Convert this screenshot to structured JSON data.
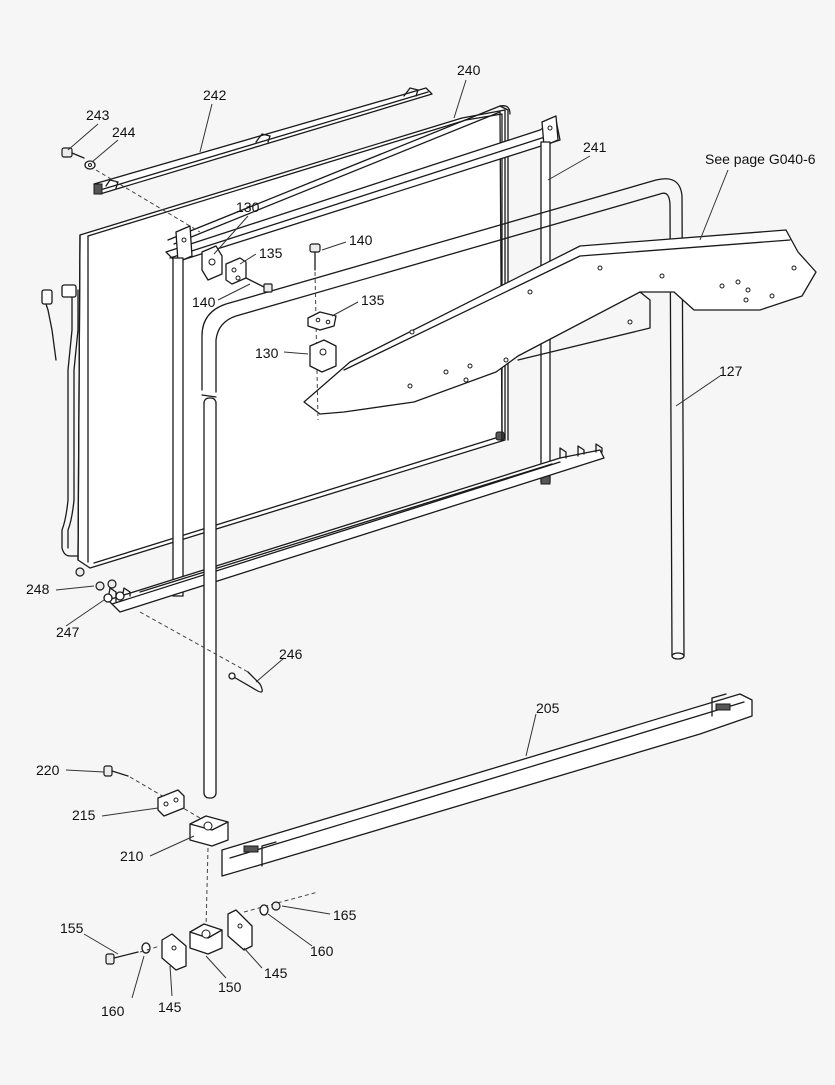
{
  "diagram": {
    "note": "See page  G040-6",
    "callouts": [
      {
        "id": "c243",
        "label": "243"
      },
      {
        "id": "c244",
        "label": "244"
      },
      {
        "id": "c242",
        "label": "242"
      },
      {
        "id": "c240",
        "label": "240"
      },
      {
        "id": "c241",
        "label": "241"
      },
      {
        "id": "c130a",
        "label": "130"
      },
      {
        "id": "c135a",
        "label": "135"
      },
      {
        "id": "c140a",
        "label": "140"
      },
      {
        "id": "c140b",
        "label": "140"
      },
      {
        "id": "c135b",
        "label": "135"
      },
      {
        "id": "c130b",
        "label": "130"
      },
      {
        "id": "c127",
        "label": "127"
      },
      {
        "id": "c248",
        "label": "248"
      },
      {
        "id": "c247",
        "label": "247"
      },
      {
        "id": "c246",
        "label": "246"
      },
      {
        "id": "c205",
        "label": "205"
      },
      {
        "id": "c220",
        "label": "220"
      },
      {
        "id": "c215",
        "label": "215"
      },
      {
        "id": "c210",
        "label": "210"
      },
      {
        "id": "c165",
        "label": "165"
      },
      {
        "id": "c155",
        "label": "155"
      },
      {
        "id": "c160a",
        "label": "160"
      },
      {
        "id": "c145a",
        "label": "145"
      },
      {
        "id": "c150",
        "label": "150"
      },
      {
        "id": "c160b",
        "label": "160"
      },
      {
        "id": "c145b",
        "label": "145"
      }
    ]
  }
}
